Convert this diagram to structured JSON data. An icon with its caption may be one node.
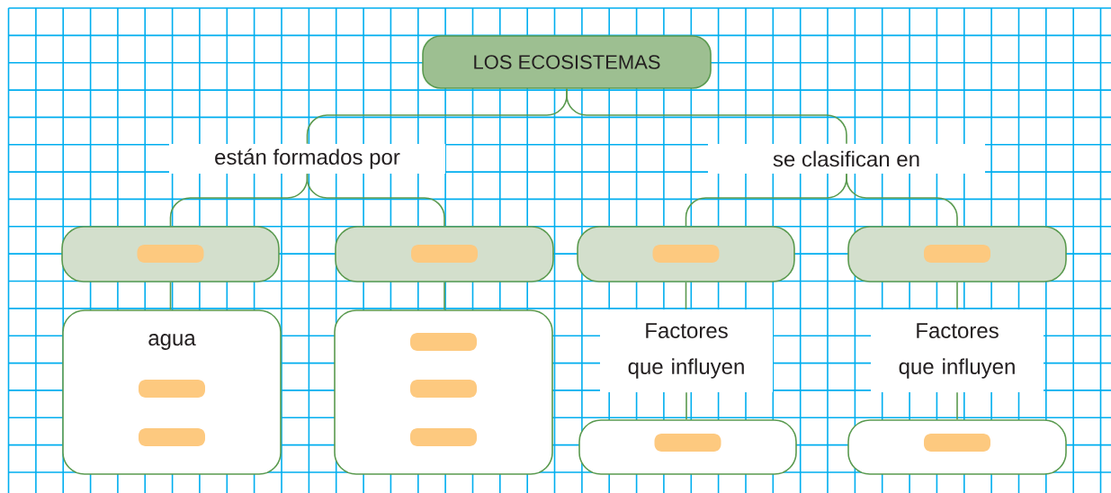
{
  "diagram": {
    "nodes": [
      {
        "text": [
          "LOS ECOSISTEMAS"
        ]
      },
      {
        "text": [
          "están formados por"
        ]
      },
      {
        "text": [
          "se clasifican en"
        ]
      },
      {
        "text": [],
        "shape": "box"
      },
      {
        "text": [],
        "shape": "box"
      },
      {
        "text": [],
        "shape": "box"
      },
      {
        "text": [],
        "shape": "box"
      },
      {
        "text": [
          "agua"
        ]
      },
      {
        "text": [],
        "shape": "box"
      },
      {
        "text": [
          "Factores que influyen"
        ]
      },
      {
        "text": [
          "Factores que influyen"
        ]
      },
      {
        "text": [],
        "shape": "box"
      },
      {
        "text": [],
        "shape": "box"
      }
    ],
    "edges": [
      {
        "from": 0,
        "to": 1,
        "arrow": "none"
      },
      {
        "from": 0,
        "to": 2,
        "arrow": "none"
      },
      {
        "from": 1,
        "to": 3,
        "arrow": "none"
      },
      {
        "from": 1,
        "to": 4,
        "arrow": "none"
      },
      {
        "from": 2,
        "to": 5,
        "arrow": "none"
      },
      {
        "from": 2,
        "to": 6,
        "arrow": "none"
      },
      {
        "from": 3,
        "to": 7,
        "arrow": "none"
      },
      {
        "from": 4,
        "to": 8,
        "arrow": "none"
      },
      {
        "from": 5,
        "to": 9,
        "arrow": "none"
      },
      {
        "from": 6,
        "to": 10,
        "arrow": "none"
      },
      {
        "from": 9,
        "to": 11,
        "arrow": "none"
      },
      {
        "from": 10,
        "to": 12,
        "arrow": "none"
      }
    ]
  }
}
